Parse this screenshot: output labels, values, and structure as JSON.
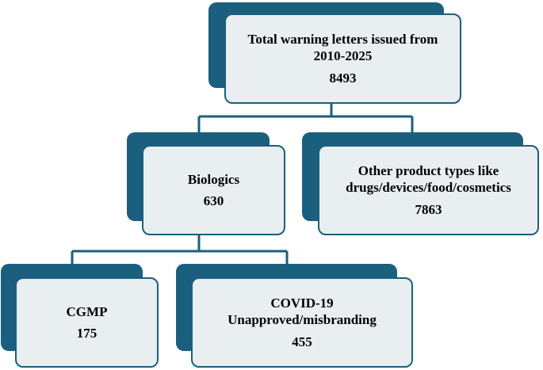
{
  "root": {
    "title_line1": "Total warning letters issued from",
    "title_line2": "2010-2025",
    "count": "8493"
  },
  "biologics": {
    "title": "Biologics",
    "count": "630"
  },
  "other": {
    "title_line1": "Other product types like",
    "title_line2": "drugs/devices/food/cosmetics",
    "count": "7863"
  },
  "cgmp": {
    "title": "CGMP",
    "count": "175"
  },
  "covid": {
    "title_line1": "COVID-19",
    "title_line2": "Unapproved/misbranding",
    "count": "455"
  },
  "colors": {
    "accent": "#1b5f7e",
    "card_fill": "#e9eef1"
  }
}
